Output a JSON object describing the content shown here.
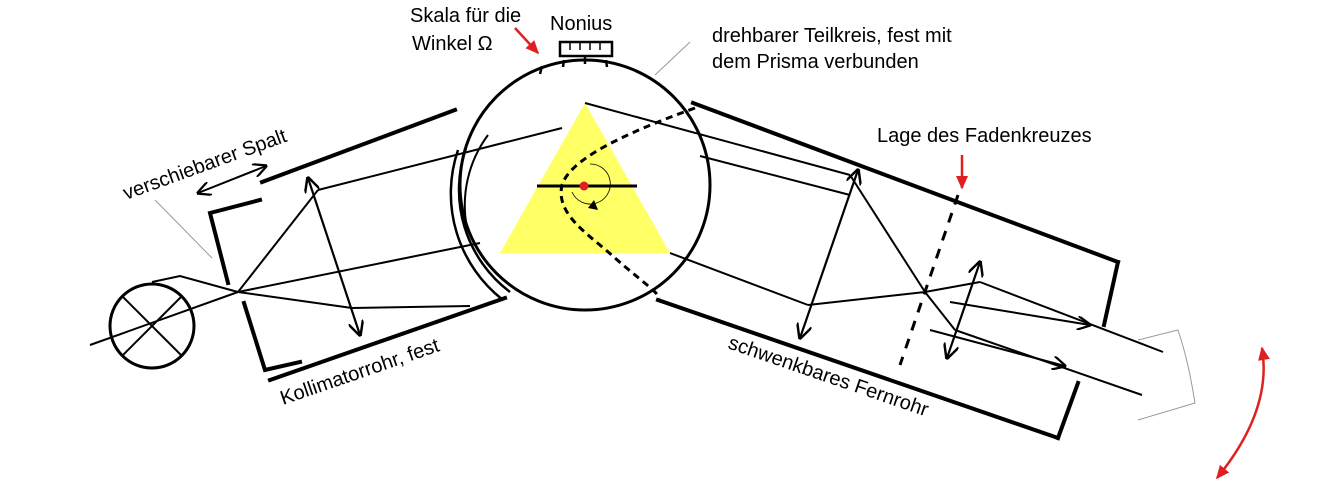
{
  "labels": {
    "skala_line1": "Skala für die",
    "skala_line2": "Winkel Ω",
    "nonius": "Nonius",
    "teilkreis_line1": "drehbarer Teilkreis, fest mit",
    "teilkreis_line2": "dem Prisma verbunden",
    "spalt": "verschiebarer Spalt",
    "fadenkreuz": "Lage des Fadenkreuzes",
    "kollimator": "Kollimatorrohr, fest",
    "fernrohr": "schwenkbares Fernrohr"
  },
  "colors": {
    "prism": "#ffff66",
    "arrow": "#e02020",
    "center_dot": "#e02020",
    "lines": "#000000"
  },
  "icons": {
    "lamp": "lamp-cross-icon",
    "eye": "eye-icon"
  }
}
